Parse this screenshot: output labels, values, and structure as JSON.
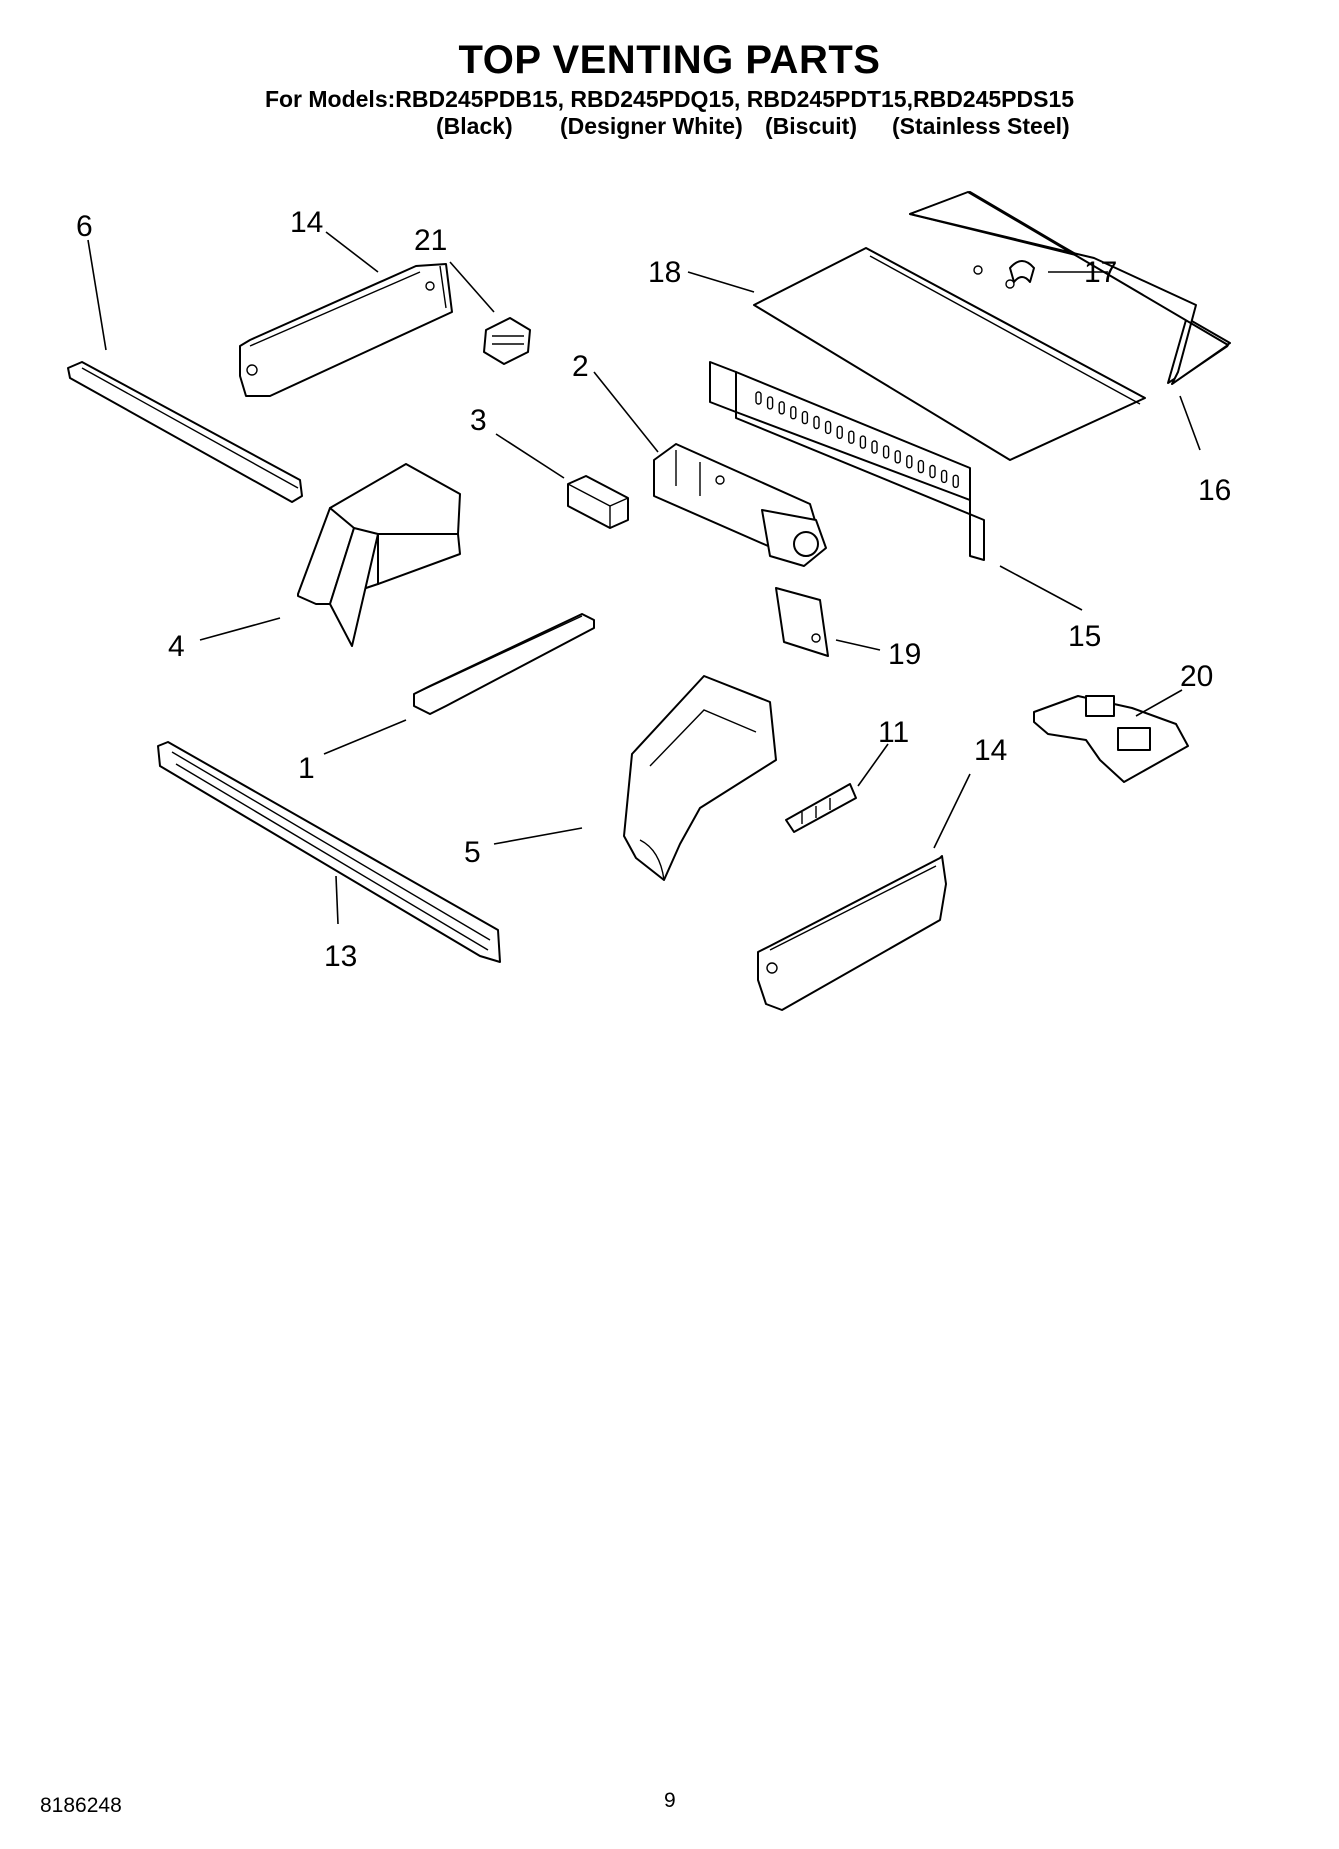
{
  "document": {
    "title": "TOP VENTING PARTS",
    "models_line": "For Models:RBD245PDB15, RBD245PDQ15, RBD245PDT15,RBD245PDS15",
    "variants": [
      "(Black)",
      "(Designer White)",
      "(Biscuit)",
      "(Stainless Steel)"
    ],
    "doc_number": "8186248",
    "page_number": "9"
  },
  "callouts": {
    "c6": "6",
    "c14a": "14",
    "c21": "21",
    "c18": "18",
    "c17": "17",
    "c16": "16",
    "c2": "2",
    "c3": "3",
    "c4": "4",
    "c15": "15",
    "c19": "19",
    "c20": "20",
    "c1": "1",
    "c11": "11",
    "c14b": "14",
    "c5": "5",
    "c13": "13"
  }
}
